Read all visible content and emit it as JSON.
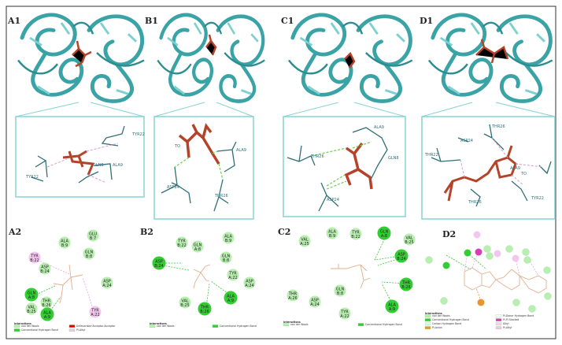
{
  "panels": {
    "A1": {
      "label": "A1",
      "inset_labels": [
        "TYR22",
        "GLN8",
        "ALA9",
        "TYR22"
      ]
    },
    "B1": {
      "label": "B1",
      "inset_labels": [
        "TO",
        "ALA9",
        "ASP24",
        "THR26"
      ]
    },
    "C1": {
      "label": "C1",
      "inset_labels": [
        "ALA9",
        "THR26",
        "GLN8",
        "ASP24"
      ]
    },
    "D1": {
      "label": "D1",
      "inset_labels": [
        "THR26",
        "ASP24",
        "THR22",
        "ALA9",
        "TO",
        "TYR22",
        "THR26"
      ]
    },
    "A2": {
      "label": "A2",
      "residues": [
        {
          "name": "ALA",
          "id": "B:9",
          "type": "vdw"
        },
        {
          "name": "GLU",
          "id": "B:7",
          "type": "vdw"
        },
        {
          "name": "GLN",
          "id": "B:8",
          "type": "vdw"
        },
        {
          "name": "TYR",
          "id": "B:22",
          "type": "pi"
        },
        {
          "name": "ASP",
          "id": "B:24",
          "type": "vdw"
        },
        {
          "name": "ASP",
          "id": "A:24",
          "type": "vdw"
        },
        {
          "name": "GLN",
          "id": "A:8",
          "type": "hb"
        },
        {
          "name": "THR",
          "id": "B:26",
          "type": "vdw"
        },
        {
          "name": "VAL",
          "id": "B:25",
          "type": "vdw"
        },
        {
          "name": "ALA",
          "id": "A:9",
          "type": "hb"
        },
        {
          "name": "TYR",
          "id": "A:22",
          "type": "pi"
        }
      ]
    },
    "B2": {
      "label": "B2",
      "residues": [
        {
          "name": "TYR",
          "id": "B:22",
          "type": "vdw"
        },
        {
          "name": "GLN",
          "id": "A:8",
          "type": "vdw"
        },
        {
          "name": "ALA",
          "id": "B:9",
          "type": "vdw"
        },
        {
          "name": "ASP",
          "id": "B:24",
          "type": "hb"
        },
        {
          "name": "GLN",
          "id": "B:8",
          "type": "vdw"
        },
        {
          "name": "TYR",
          "id": "A:22",
          "type": "vdw"
        },
        {
          "name": "ASP",
          "id": "A:24",
          "type": "vdw"
        },
        {
          "name": "ALA",
          "id": "A:9",
          "type": "hb"
        },
        {
          "name": "VAL",
          "id": "B:25",
          "type": "vdw"
        },
        {
          "name": "THR",
          "id": "B:26",
          "type": "hb"
        }
      ]
    },
    "C2": {
      "label": "C2",
      "residues": [
        {
          "name": "VAL",
          "id": "A:25",
          "type": "vdw"
        },
        {
          "name": "ALA",
          "id": "B:9",
          "type": "vdw"
        },
        {
          "name": "TYR",
          "id": "B:22",
          "type": "vdw"
        },
        {
          "name": "GLN",
          "id": "A:8",
          "type": "hb"
        },
        {
          "name": "VAL",
          "id": "B:25",
          "type": "vdw"
        },
        {
          "name": "ASP",
          "id": "B:24",
          "type": "hb"
        },
        {
          "name": "THR",
          "id": "B:26",
          "type": "hb"
        },
        {
          "name": "THR",
          "id": "A:26",
          "type": "vdw"
        },
        {
          "name": "GLN",
          "id": "B:8",
          "type": "vdw"
        },
        {
          "name": "ASP",
          "id": "A:24",
          "type": "vdw"
        },
        {
          "name": "TYR",
          "id": "A:22",
          "type": "vdw"
        },
        {
          "name": "ALA",
          "id": "A:9",
          "type": "hb"
        }
      ]
    },
    "D2": {
      "label": "D2"
    }
  },
  "legends": {
    "A2": {
      "title": "Interactions",
      "items": [
        {
          "label": "van der Waals",
          "type": "vdw"
        },
        {
          "label": "Conventional Hydrogen Bond",
          "type": "hb"
        },
        {
          "label": "Unfavorable Acceptor-Acceptor",
          "type": "unf"
        },
        {
          "label": "Pi-Alkyl",
          "type": "pi"
        }
      ]
    },
    "B2": {
      "title": "Interactions",
      "items": [
        {
          "label": "van der Waals",
          "type": "vdw"
        },
        {
          "label": "Conventional Hydrogen Bond",
          "type": "hb"
        }
      ]
    },
    "C2": {
      "title": "Interactions",
      "items": [
        {
          "label": "van der Waals",
          "type": "vdw"
        },
        {
          "label": "Conventional Hydrogen Bond",
          "type": "hb"
        }
      ]
    },
    "D2": {
      "title": "Interactions",
      "items": [
        {
          "label": "van der Waals",
          "type": "vdw"
        },
        {
          "label": "Conventional Hydrogen Bond",
          "type": "hb"
        },
        {
          "label": "Carbon Hydrogen Bond",
          "type": "ch"
        },
        {
          "label": "Pi-Anion",
          "type": "anion"
        },
        {
          "label": "Pi-Donor Hydrogen Bond",
          "type": "pidonor"
        },
        {
          "label": "Pi-Pi Stacked",
          "type": "pipi"
        },
        {
          "label": "Alkyl",
          "type": "alkyl"
        },
        {
          "label": "Pi-Alkyl",
          "type": "pi"
        }
      ]
    }
  },
  "colors": {
    "vdw": "#b8eeb0",
    "hb": "#33cc33",
    "pi": "#f2c6ee",
    "unf": "#e00000",
    "ch": "#e6f7e6",
    "anion": "#e9962e",
    "pidonor": "#ffffff",
    "pipi": "#d63fb4",
    "alkyl": "#f6d6f0",
    "ribbon": "#3aa3a6",
    "ligand": "#b5432a",
    "inset_border": "#86d4d3",
    "residue_stick": "#2f6f78"
  }
}
